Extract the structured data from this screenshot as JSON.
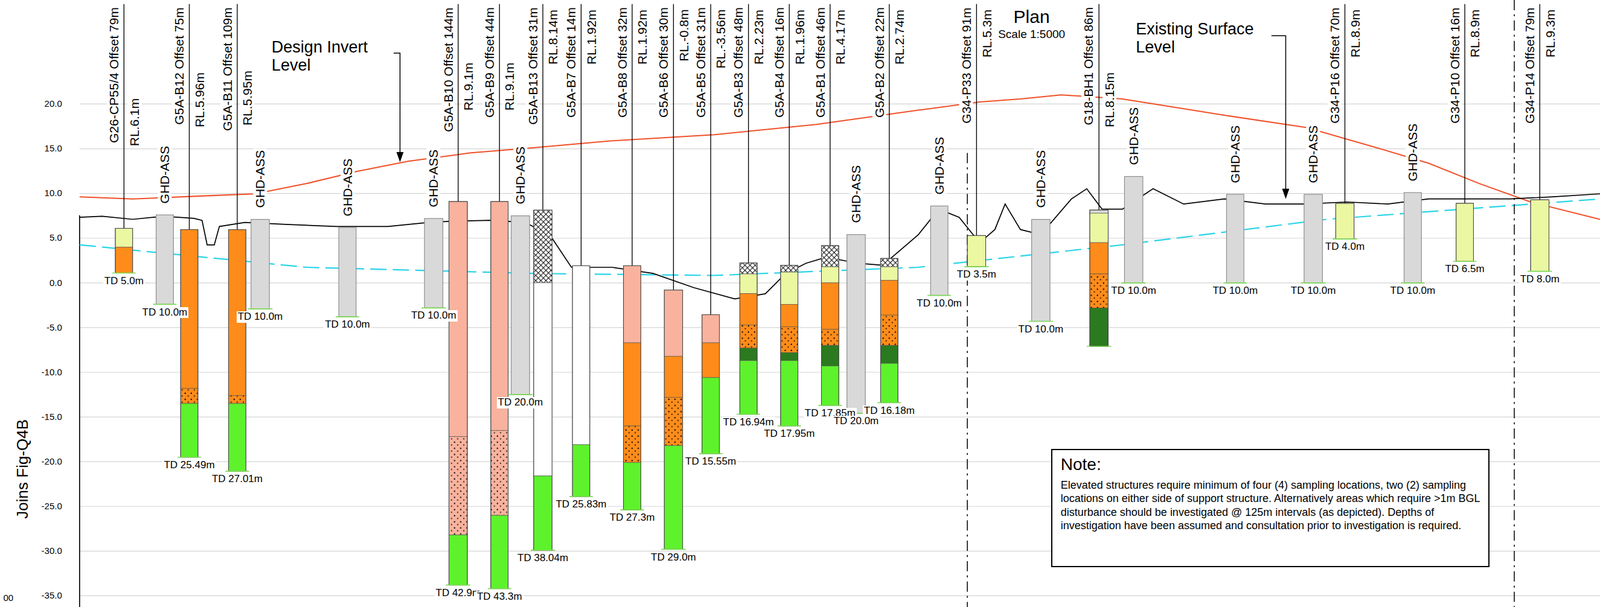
{
  "diagram": {
    "nodes": [
      {
        "text": [
          "Note:",
          "Elevated structures require minimum of four (4) sampling locations, two (2) sampling locations on either side of support structure. Alternatively areas which require >1m BGL disturbance should be investigated @ 125m intervals (as depicted). Depths of investigation have been assumed and consultation prior to investigation is required."
        ]
      }
    ],
    "labels": [
      "20.0",
      "15.0",
      "10.0",
      "5.0",
      "0.0",
      "-5.0",
      "-10.0",
      "-15.0",
      "-20.0",
      "-25.0",
      "-30.0",
      "-35.0",
      "00",
      "Joins Fig-Q4B",
      "Design Invert Level",
      "Plan",
      "Scale 1:5000",
      "Existing Surface Level",
      "G26-CP55/4  Offset 79m",
      "RL.6.1m",
      "TD 5.0m",
      "GHD-ASS",
      "TD 10.0m",
      "G5A-B12  Offset 75m",
      "RL.5.96m",
      "TD 25.49m",
      "G5A-B11  Offset 109m",
      "RL.5.95m",
      "TD 27.01m",
      "GHD-ASS",
      "TD 10.0m",
      "GHD-ASS",
      "TD 10.0m",
      "GHD-ASS",
      "TD 10.0m",
      "G5A-B10  Offset 144m",
      "RL.9.1m",
      "TD 42.9m",
      "G5A-B9  Offset 44m",
      "RL.9.1m",
      "TD 43.3m",
      "GHD-ASS",
      "TD 20.0m",
      "G5A-B13  Offset 31m",
      "RL.8.14m",
      "TD 38.04m",
      "G5A-B7  Offset 14m",
      "RL.1.92m",
      "TD 25.83m",
      "G5A-B8  Offset 32m",
      "RL.1.92m",
      "TD 27.3m",
      "G5A-B6  Offset 30m",
      "RL.-0.8m",
      "TD 29.0m",
      "G5A-B5  Offset 31m",
      "RL.-3.56m",
      "TD 15.55m",
      "G5A-B3  Offset 48m",
      "RL.2.23m",
      "TD 16.94m",
      "G5A-B4  Offset 16m",
      "RL.1.96m",
      "TD 17.95m",
      "G5A-B1  Offset 46m",
      "RL.4.17m",
      "TD 17.85m",
      "GHD-ASS",
      "TD 20.0m",
      "G5A-B2  Offset 22m",
      "RL.2.74m",
      "TD 16.18m",
      "GHD-ASS",
      "TD 10.0m",
      "G34-P33  Offset 91m",
      "RL.5.3m",
      "TD 3.5m",
      "GHD-ASS",
      "TD 10.0m",
      "G18-BH1  Offset 86m",
      "RL.8.15m",
      "GHD-ASS",
      "TD 10.0m",
      "GHD-ASS",
      "TD 10.0m",
      "GHD-ASS",
      "TD 10.0m",
      "G34-P16  Offset 70m",
      "RL.8.9m",
      "TD 4.0m",
      "GHD-ASS",
      "TD 10.0m",
      "G34-P10  Offset 16m",
      "RL.8.9m",
      "TD 6.5m",
      "G34-P14  Offset 79m",
      "RL.9.3m",
      "TD 8.0m"
    ]
  }
}
